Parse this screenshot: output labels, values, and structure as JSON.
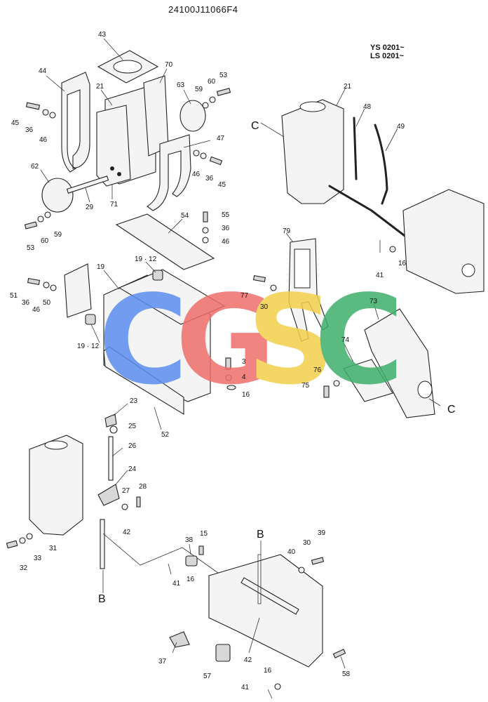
{
  "header": {
    "drawing_number": "24100J11066F4",
    "serial_line1": "YS 0201~",
    "serial_line2": "LS 0201~"
  },
  "watermark": {
    "letters": [
      "C",
      "G",
      "S",
      "C"
    ],
    "colors": [
      "#5b8def",
      "#ef6f6a",
      "#f2d04a",
      "#3fae6a"
    ]
  },
  "callouts": {
    "p43": "43",
    "p44": "44",
    "p70": "70",
    "p21a": "21",
    "p63": "63",
    "p59a": "59",
    "p60a": "60",
    "p53a": "53",
    "p45a": "45",
    "p36a": "36",
    "p46a": "46",
    "p47": "47",
    "p46b": "46",
    "p36b": "36",
    "p45b": "45",
    "p62": "62",
    "p29": "29",
    "p71": "71",
    "p53b": "53",
    "p60b": "60",
    "p59b": "59",
    "p54": "54",
    "p55": "55",
    "p36c": "36",
    "p46c": "46",
    "p51": "51",
    "p36d": "36",
    "p46d": "46",
    "p50": "50",
    "p19a": "19",
    "p1912a": "19 · 12",
    "p1912b": "19 · 12",
    "p3": "3",
    "p4": "4",
    "p16a": "16",
    "p52": "52",
    "p23": "23",
    "p25": "25",
    "p26": "26",
    "p24": "24",
    "p27": "27",
    "p28": "28",
    "p42a": "42",
    "p31": "31",
    "p32": "32",
    "p33": "33",
    "p21b": "21",
    "p48": "48",
    "p49": "49",
    "p41a": "41",
    "p16b": "16",
    "p79": "79",
    "p77": "77",
    "p30a": "30",
    "p73": "73",
    "p74": "74",
    "p76": "76",
    "p75": "75",
    "p38": "38",
    "p15": "15",
    "p41b": "41",
    "p16c": "16",
    "p40": "40",
    "p30b": "30",
    "p39": "39",
    "p37": "37",
    "p42b": "42",
    "p57": "57",
    "p58": "58",
    "p16d": "16",
    "p41c": "41"
  },
  "refs": {
    "c_top": "C",
    "c_right": "C",
    "b_left": "B",
    "b_bottom": "B"
  }
}
